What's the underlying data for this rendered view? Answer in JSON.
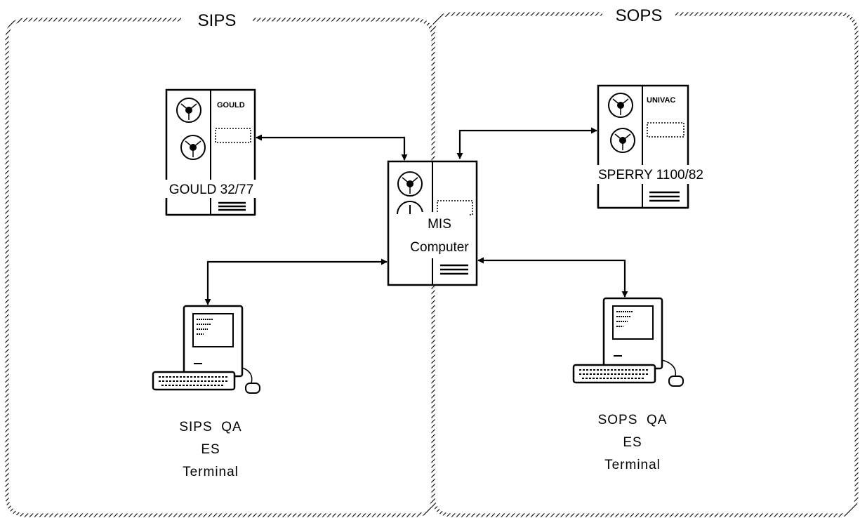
{
  "zones": {
    "sips": {
      "label": "SIPS"
    },
    "sops": {
      "label": "SOPS"
    }
  },
  "machines": {
    "gould": {
      "brand": "GOULD",
      "label": "GOULD 32/77"
    },
    "mis": {
      "label_line1": "MIS",
      "label_line2": "Computer"
    },
    "sperry": {
      "brand": "UNIVAC",
      "label": "SPERRY 1100/82"
    }
  },
  "terminals": {
    "sips": {
      "line1": "SIPS  QA",
      "line2": "ES",
      "line3": "Terminal"
    },
    "sops": {
      "line1": "SOPS  QA",
      "line2": "ES",
      "line3": "Terminal"
    }
  },
  "connections": [
    {
      "from": "GOULD 32/77",
      "to": "MIS Computer"
    },
    {
      "from": "SPERRY 1100/82",
      "to": "MIS Computer"
    },
    {
      "from": "SIPS QA ES Terminal",
      "to": "MIS Computer"
    },
    {
      "from": "SOPS QA ES Terminal",
      "to": "MIS Computer"
    }
  ]
}
